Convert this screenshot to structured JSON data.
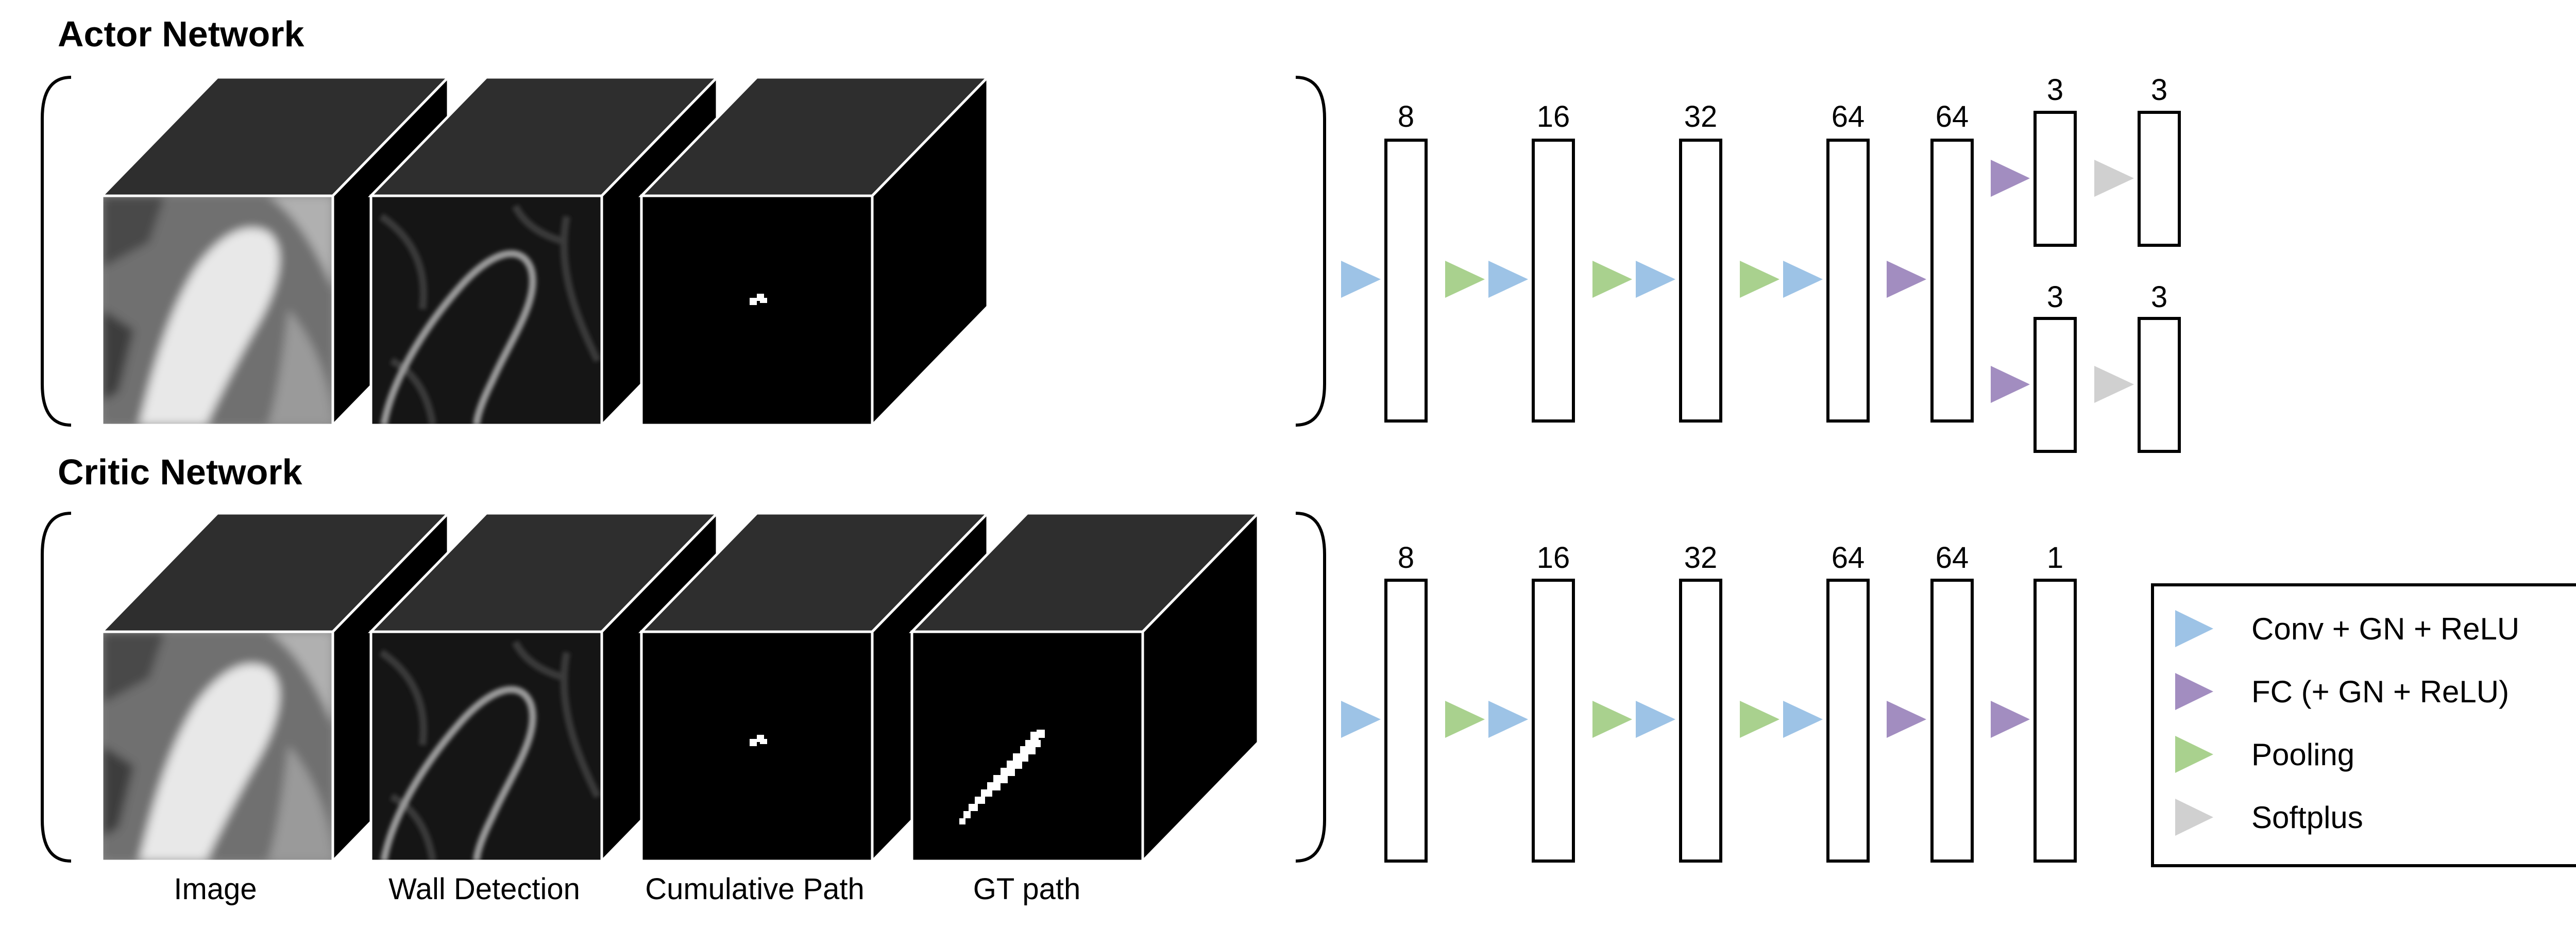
{
  "actor": {
    "title": "Actor Network",
    "trunk_channels": [
      "8",
      "16",
      "32",
      "64",
      "64"
    ],
    "head_top_channels": [
      "3",
      "3"
    ],
    "head_bottom_channels": [
      "3",
      "3"
    ],
    "inputs": [
      "image",
      "wall-detection",
      "cumulative-path"
    ]
  },
  "critic": {
    "title": "Critic Network",
    "channels": [
      "8",
      "16",
      "32",
      "64",
      "64",
      "1"
    ],
    "inputs": [
      "image",
      "wall-detection",
      "cumulative-path",
      "gt-path"
    ]
  },
  "captions": {
    "image": "Image",
    "wall": "Wall Detection",
    "cumulative": "Cumulative Path",
    "gt": "GT path"
  },
  "legend": {
    "conv": "Conv + GN + ReLU",
    "fc": "FC (+ GN + ReLU)",
    "pool": "Pooling",
    "softplus": "Softplus"
  },
  "colors": {
    "conv": "#9dc3e6",
    "fc": "#a28dc0",
    "pool": "#a9d18e",
    "softplus": "#d0d0d0",
    "cube_top": "#2e2e2e",
    "cube_face": "#000000"
  }
}
